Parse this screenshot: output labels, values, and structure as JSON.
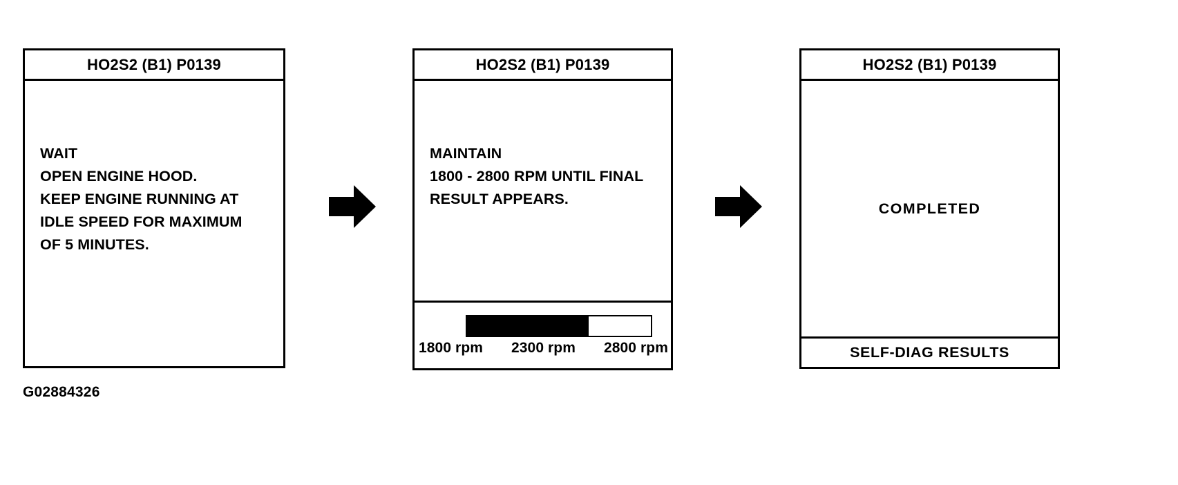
{
  "figure": {
    "caption": "G02884326",
    "arrow_icon": "right-arrow-icon"
  },
  "panels": [
    {
      "id": "panel-1",
      "title": "HO2S2 (B1) P0139",
      "body_lines": [
        "WAIT",
        "OPEN ENGINE HOOD.",
        "KEEP ENGINE RUNNING AT",
        "IDLE SPEED FOR MAXIMUM",
        "OF 5 MINUTES."
      ],
      "footer": null
    },
    {
      "id": "panel-2",
      "title": "HO2S2 (B1) P0139",
      "body_lines": [
        "MAINTAIN",
        "1800 - 2800 RPM UNTIL FINAL",
        "RESULT APPEARS."
      ],
      "gauge": {
        "fill_percent": 66,
        "ticks": [
          "1800 rpm",
          "2300 rpm",
          "2800 rpm"
        ],
        "min_rpm": 1800,
        "mid_rpm": 2300,
        "max_rpm": 2800
      }
    },
    {
      "id": "panel-3",
      "title": "HO2S2 (B1) P0139",
      "status": "COMPLETED",
      "footer_label": "SELF-DIAG RESULTS"
    }
  ],
  "colors": {
    "ink": "#000000",
    "screen": "#ffffff"
  }
}
